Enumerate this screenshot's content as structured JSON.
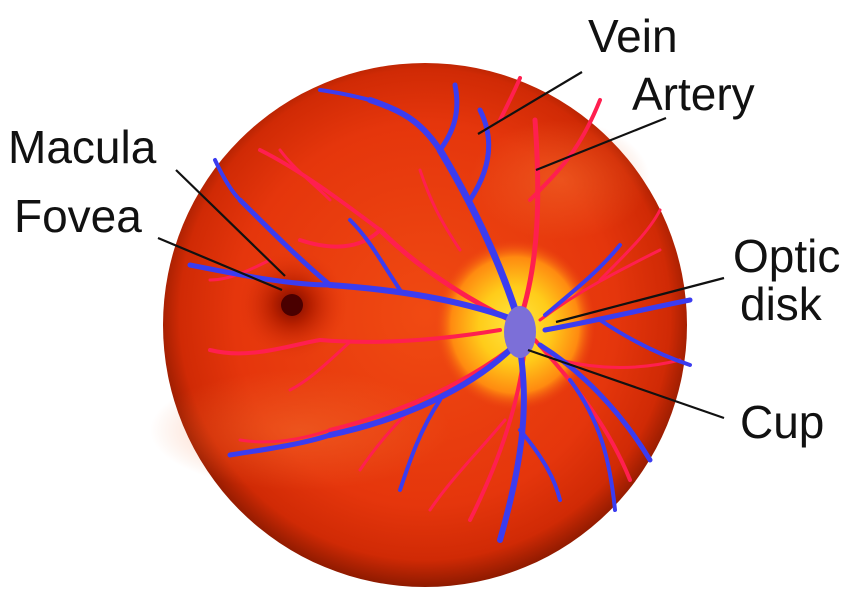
{
  "labels": {
    "vein": "Vein",
    "artery": "Artery",
    "macula": "Macula",
    "fovea": "Fovea",
    "optic_line1": "Optic",
    "optic_line2": "disk",
    "cup": "Cup"
  },
  "colors": {
    "retina": "#e8320a",
    "retina_edge": "#b42000",
    "vein": "#3b3cf0",
    "artery": "#ff1f4f",
    "optic_disk": "#ffd21a",
    "cup": "#7c6fd8",
    "fovea": "#4a0000"
  }
}
